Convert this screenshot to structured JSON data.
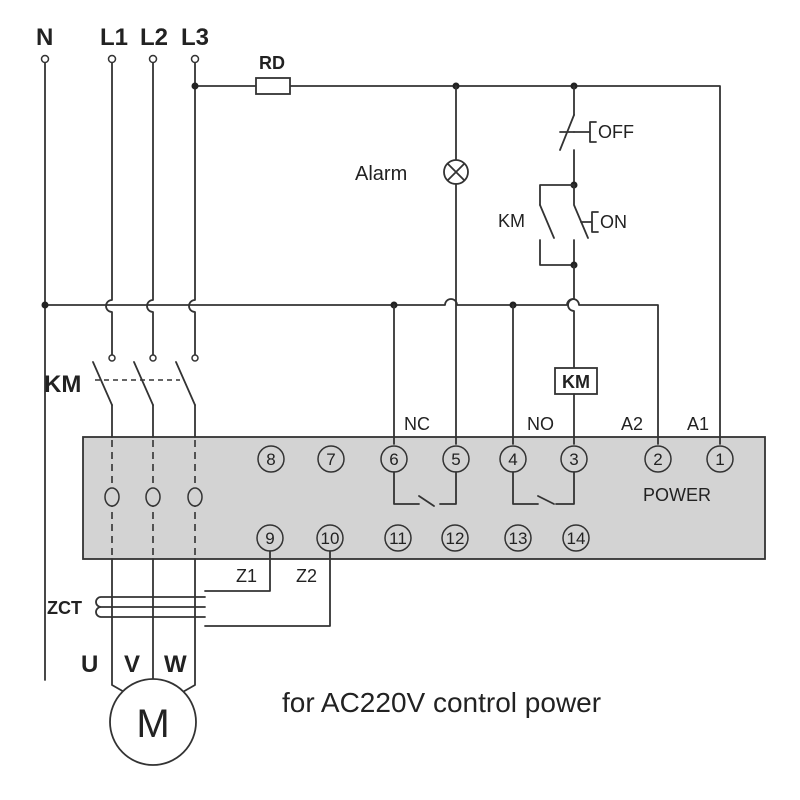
{
  "lines": {
    "neutral": "N",
    "phase1": "L1",
    "phase2": "L2",
    "phase3": "L3"
  },
  "fuse_label": "RD",
  "alarm_label": "Alarm",
  "switches": {
    "off": "OFF",
    "on": "ON",
    "aux_contact": "KM"
  },
  "contactor_coil": "KM",
  "main_contactor": "KM",
  "zct_label": "ZCT",
  "motor": {
    "u": "U",
    "v": "V",
    "w": "W",
    "symbol": "M"
  },
  "relay": {
    "nc_label": "NC",
    "no_label": "NO",
    "a2_label": "A2",
    "a1_label": "A1",
    "power_label": "POWER",
    "z1_label": "Z1",
    "z2_label": "Z2",
    "body_color": "#d3d3d3",
    "top_terminals": [
      "8",
      "7",
      "6",
      "5",
      "4",
      "3",
      "2",
      "1"
    ],
    "bottom_terminals": [
      "9",
      "10",
      "11",
      "12",
      "13",
      "14"
    ]
  },
  "caption": "for AC220V control power"
}
